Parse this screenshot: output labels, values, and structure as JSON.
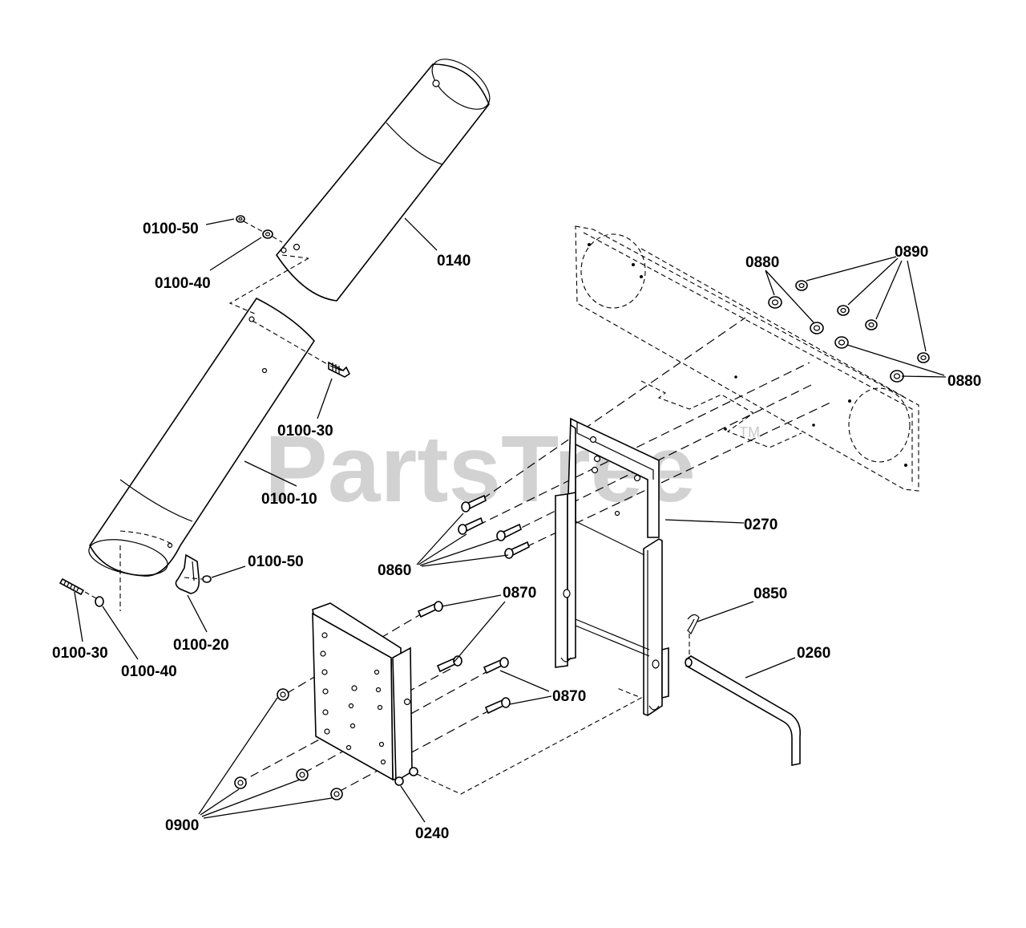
{
  "watermark": {
    "text": "PartsTree",
    "trademark": "TM",
    "color": "#9b9b9b"
  },
  "callouts": {
    "c0100_50_top": "0100-50",
    "c0100_40_top": "0100-40",
    "c0140": "0140",
    "c0100_30_mid": "0100-30",
    "c0100_10": "0100-10",
    "c0100_50_bot": "0100-50",
    "c0100_20": "0100-20",
    "c0100_30_bot": "0100-30",
    "c0100_40_bot": "0100-40",
    "c0880_top": "0880",
    "c0890": "0890",
    "c0880_right": "0880",
    "c0270": "0270",
    "c0860": "0860",
    "c0870_top": "0870",
    "c0850": "0850",
    "c0870_mid": "0870",
    "c0260": "0260",
    "c0900": "0900",
    "c0240": "0240"
  }
}
